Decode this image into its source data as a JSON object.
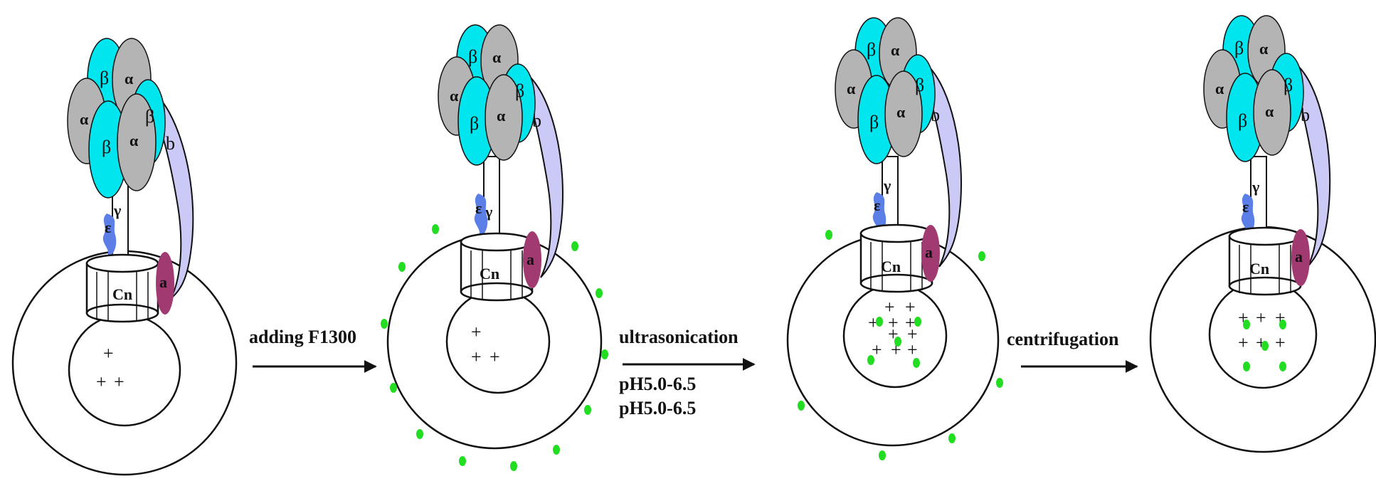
{
  "colors": {
    "beta": "#00e5ee",
    "alpha": "#b4b4b4",
    "b_stalk": "#cbc9f5",
    "epsilon": "#5b7fe6",
    "a_subunit": "#a23a72",
    "particle": "#22dd22",
    "stroke": "#111111"
  },
  "subunits": {
    "alpha": "α",
    "beta": "β",
    "b": "b",
    "gamma": "γ",
    "epsilon": "ε",
    "a": "a",
    "cn": "Cn",
    "proton": "+"
  },
  "steps": [
    {
      "label": "adding  F1300",
      "lines": []
    },
    {
      "label": "ultrasonication",
      "lines": [
        "pH5.0-6.5",
        "pH5.0-6.5"
      ]
    },
    {
      "label": "centrifugation",
      "lines": []
    }
  ]
}
